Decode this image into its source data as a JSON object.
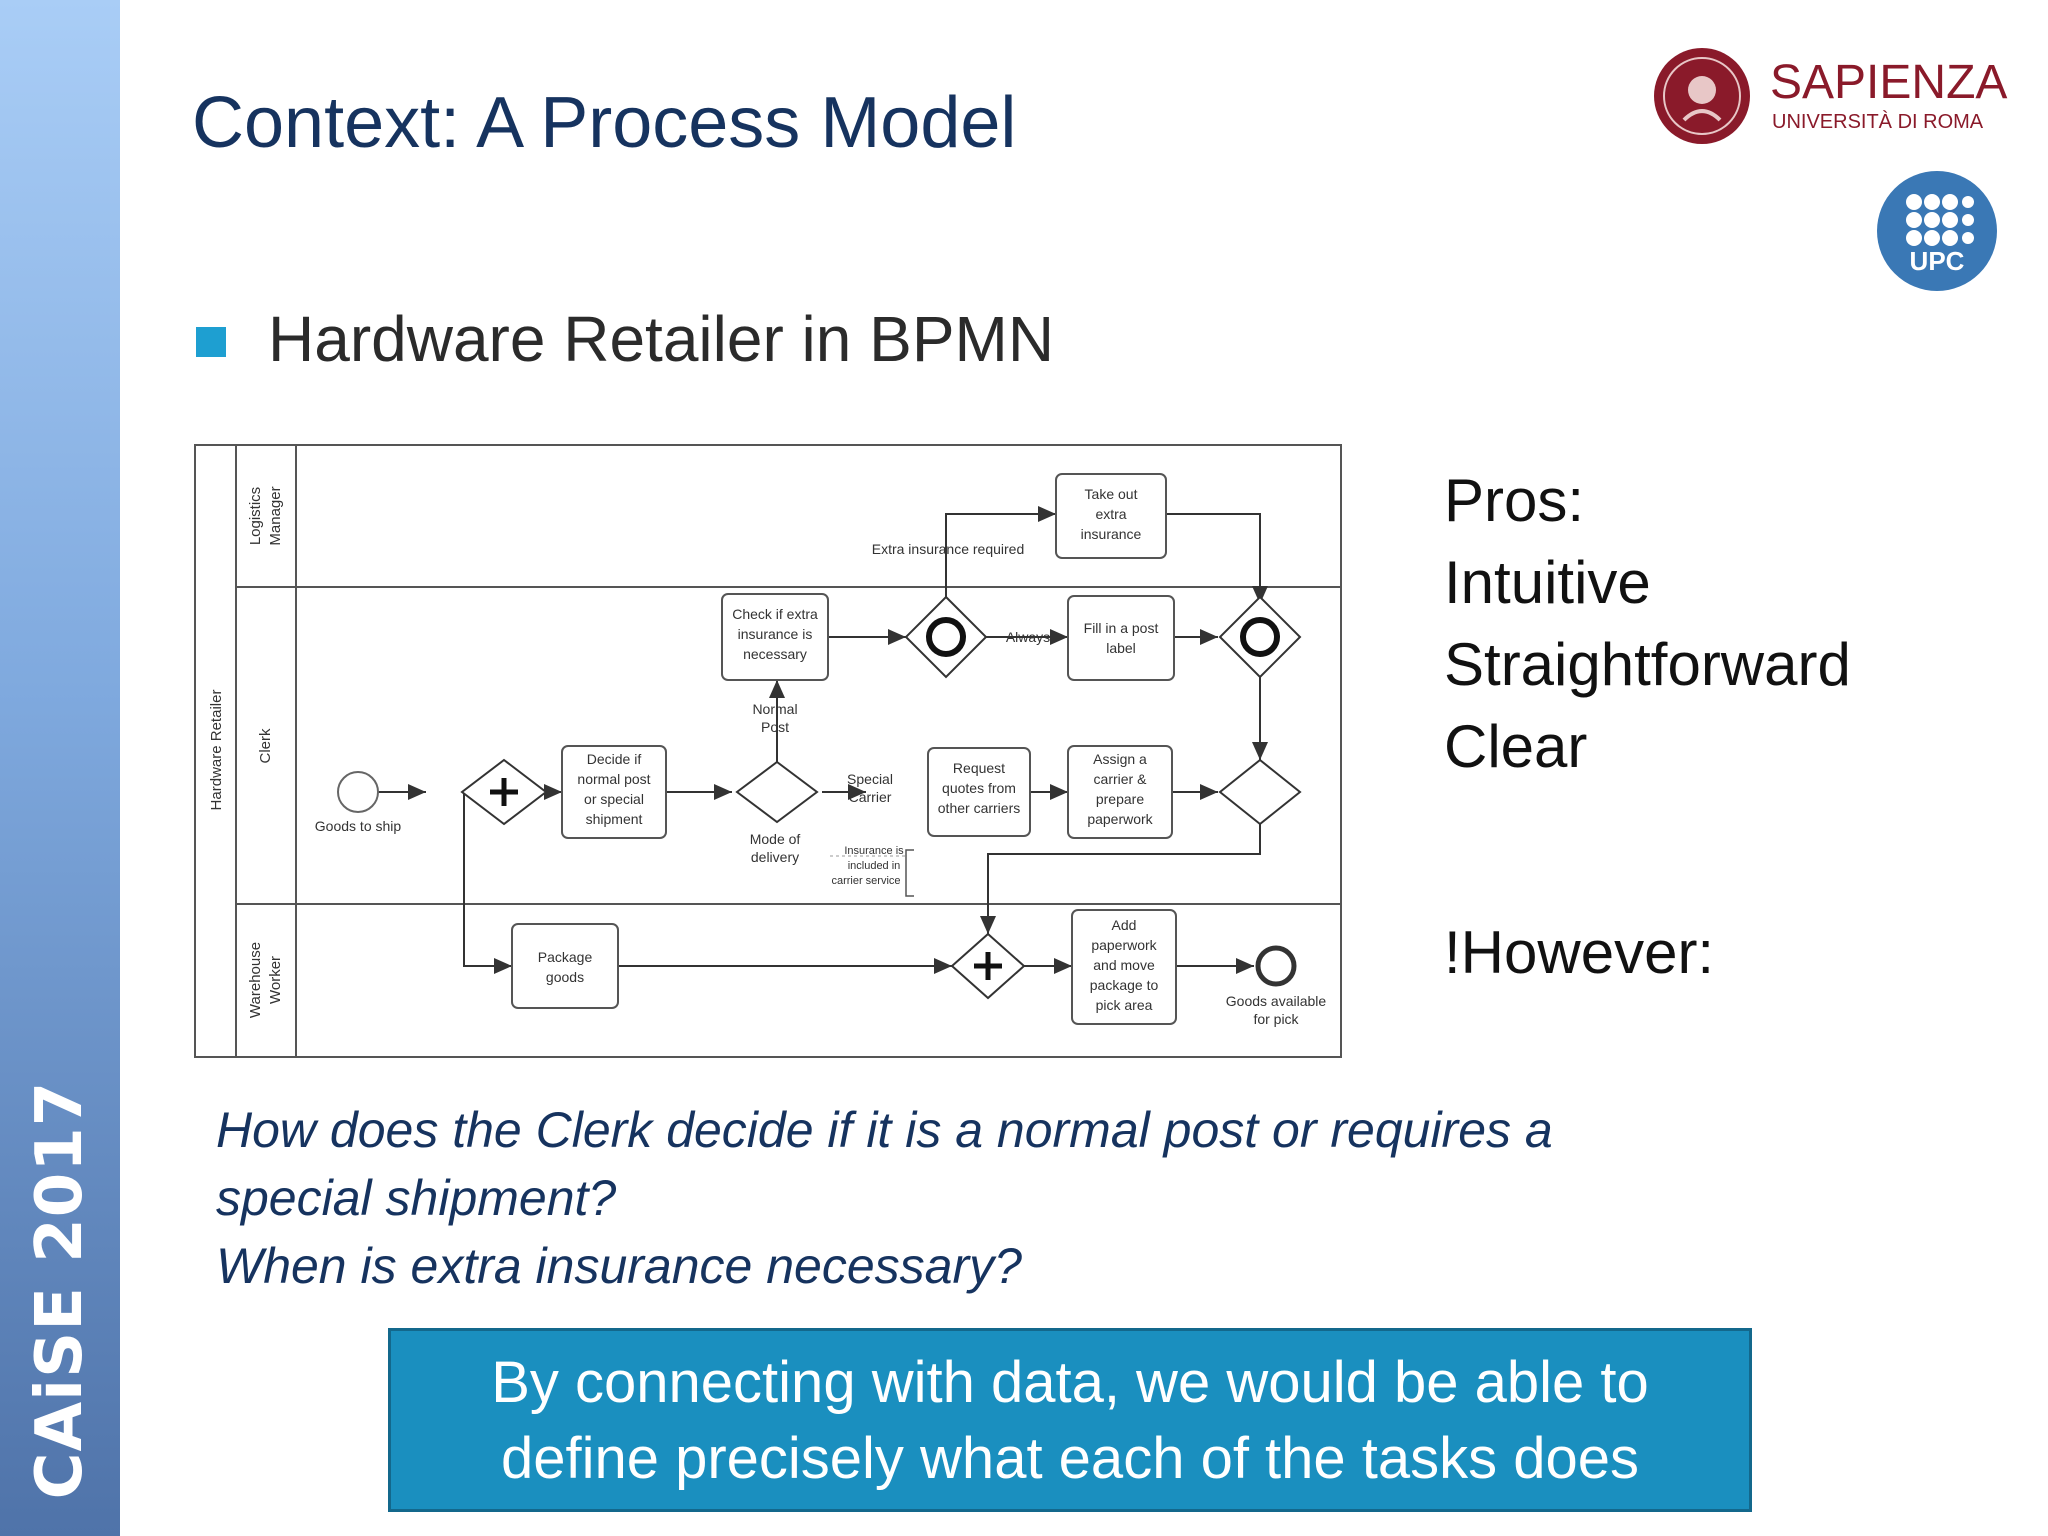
{
  "sidebar": {
    "conference": "CAiSE 2017"
  },
  "header": {
    "title": "Context: A Process Model"
  },
  "bullet": {
    "text": "Hardware Retailer in BPMN"
  },
  "pros": {
    "heading": "Pros:",
    "items": [
      "Intuitive",
      "Straightforward",
      "Clear"
    ]
  },
  "however": "!However:",
  "question": {
    "line1": "How does the Clerk decide if it is a normal post or requires a",
    "line2": "special shipment?",
    "line3": "When is extra insurance necessary?"
  },
  "callout": {
    "line1": "By connecting with data, we would be able to",
    "line2": "define precisely what each of the tasks does"
  },
  "logos": {
    "sapienza_name": "SAPIENZA",
    "sapienza_sub": "UNIVERSITÀ DI ROMA",
    "upc": "UPC"
  },
  "colors": {
    "accent": "#1e9fd1",
    "title": "#16335f",
    "callout_bg": "#1a8fbf",
    "sapienza": "#8a1a2a",
    "upc": "#3a78b5"
  },
  "bpmn": {
    "pool": "Hardware Retailer",
    "lanes": {
      "logistics": [
        "Logistics",
        "Manager"
      ],
      "clerk": "Clerk",
      "warehouse": [
        "Warehouse",
        "Worker"
      ]
    },
    "start_event": "Goods to ship",
    "end_event": [
      "Goods available",
      "for pick"
    ],
    "tasks": {
      "decide": [
        "Decide if",
        "normal post",
        "or special",
        "shipment"
      ],
      "check": [
        "Check if extra",
        "insurance is",
        "necessary"
      ],
      "request": [
        "Request",
        "quotes from",
        "other carriers"
      ],
      "assign": [
        "Assign a",
        "carrier &",
        "prepare",
        "paperwork"
      ],
      "fill": [
        "Fill in a post",
        "label"
      ],
      "takeout": [
        "Take out",
        "extra",
        "insurance"
      ],
      "package": [
        "Package",
        "goods"
      ],
      "add": [
        "Add",
        "paperwork",
        "and move",
        "package to",
        "pick area"
      ]
    },
    "labels": {
      "mode": [
        "Mode of",
        "delivery"
      ],
      "normal": [
        "Normal",
        "Post"
      ],
      "special": [
        "Special",
        "Carrier"
      ],
      "extra": "Extra insurance required",
      "always": "Always",
      "annotation": [
        "Insurance is",
        "included in",
        "carrier service"
      ]
    }
  }
}
